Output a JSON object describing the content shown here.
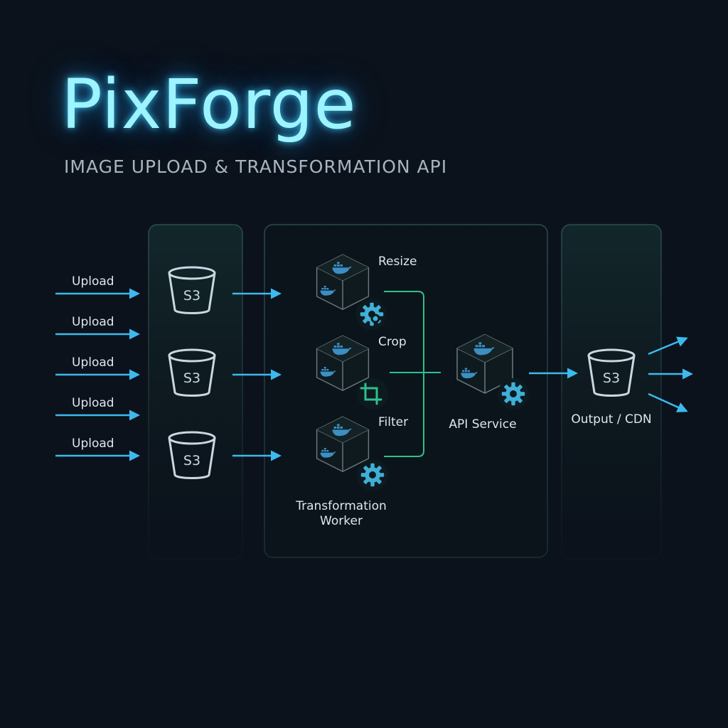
{
  "header": {
    "title": "PixForge",
    "subtitle": "IMAGE UPLOAD & TRANSFORMATION API"
  },
  "inputs": [
    {
      "label": "Upload"
    },
    {
      "label": "Upload"
    },
    {
      "label": "Upload"
    },
    {
      "label": "Upload"
    },
    {
      "label": "Upload"
    }
  ],
  "storage": {
    "buckets": [
      {
        "label": "S3"
      },
      {
        "label": "S3"
      },
      {
        "label": "S3"
      }
    ]
  },
  "workers": {
    "group_label_line1": "Transformation",
    "group_label_line2": "Worker",
    "items": [
      {
        "label": "Resize",
        "badge_icon": "gear-magnifier-icon"
      },
      {
        "label": "Crop",
        "badge_icon": "crop-icon"
      },
      {
        "label": "Filter",
        "badge_icon": "gear-icon"
      }
    ]
  },
  "api": {
    "label": "API Service",
    "badge_icon": "gear-icon"
  },
  "output": {
    "bucket_label": "S3",
    "label": "Output / CDN"
  },
  "colors": {
    "background": "#0b121b",
    "accent_cyan": "#3db9ee",
    "accent_green": "#2fbf8c",
    "panel_border": "#2c4a4c"
  }
}
